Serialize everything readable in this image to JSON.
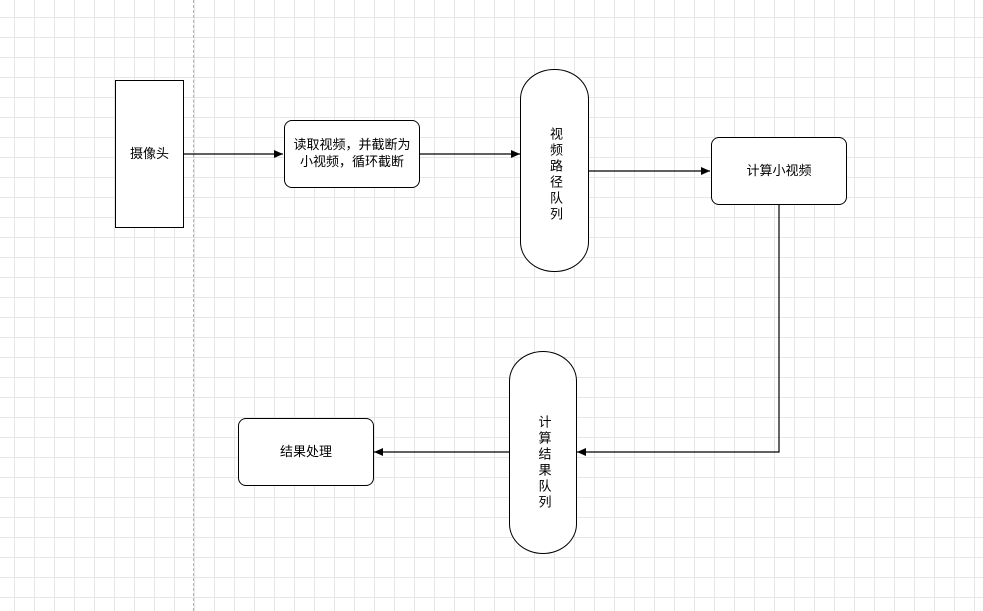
{
  "diagram": {
    "nodes": {
      "camera": "摄像头",
      "read_video": "读取视频，并截断为小视频，循环截断",
      "video_path_queue": "视频路径队列",
      "compute_small_video": "计算小视频",
      "result_queue": "计算结果队列",
      "result_processing": "结果处理"
    },
    "colors": {
      "stroke": "#000000",
      "grid": "#e6e6e6",
      "divider": "#b3b3b3",
      "background": "#ffffff"
    }
  }
}
